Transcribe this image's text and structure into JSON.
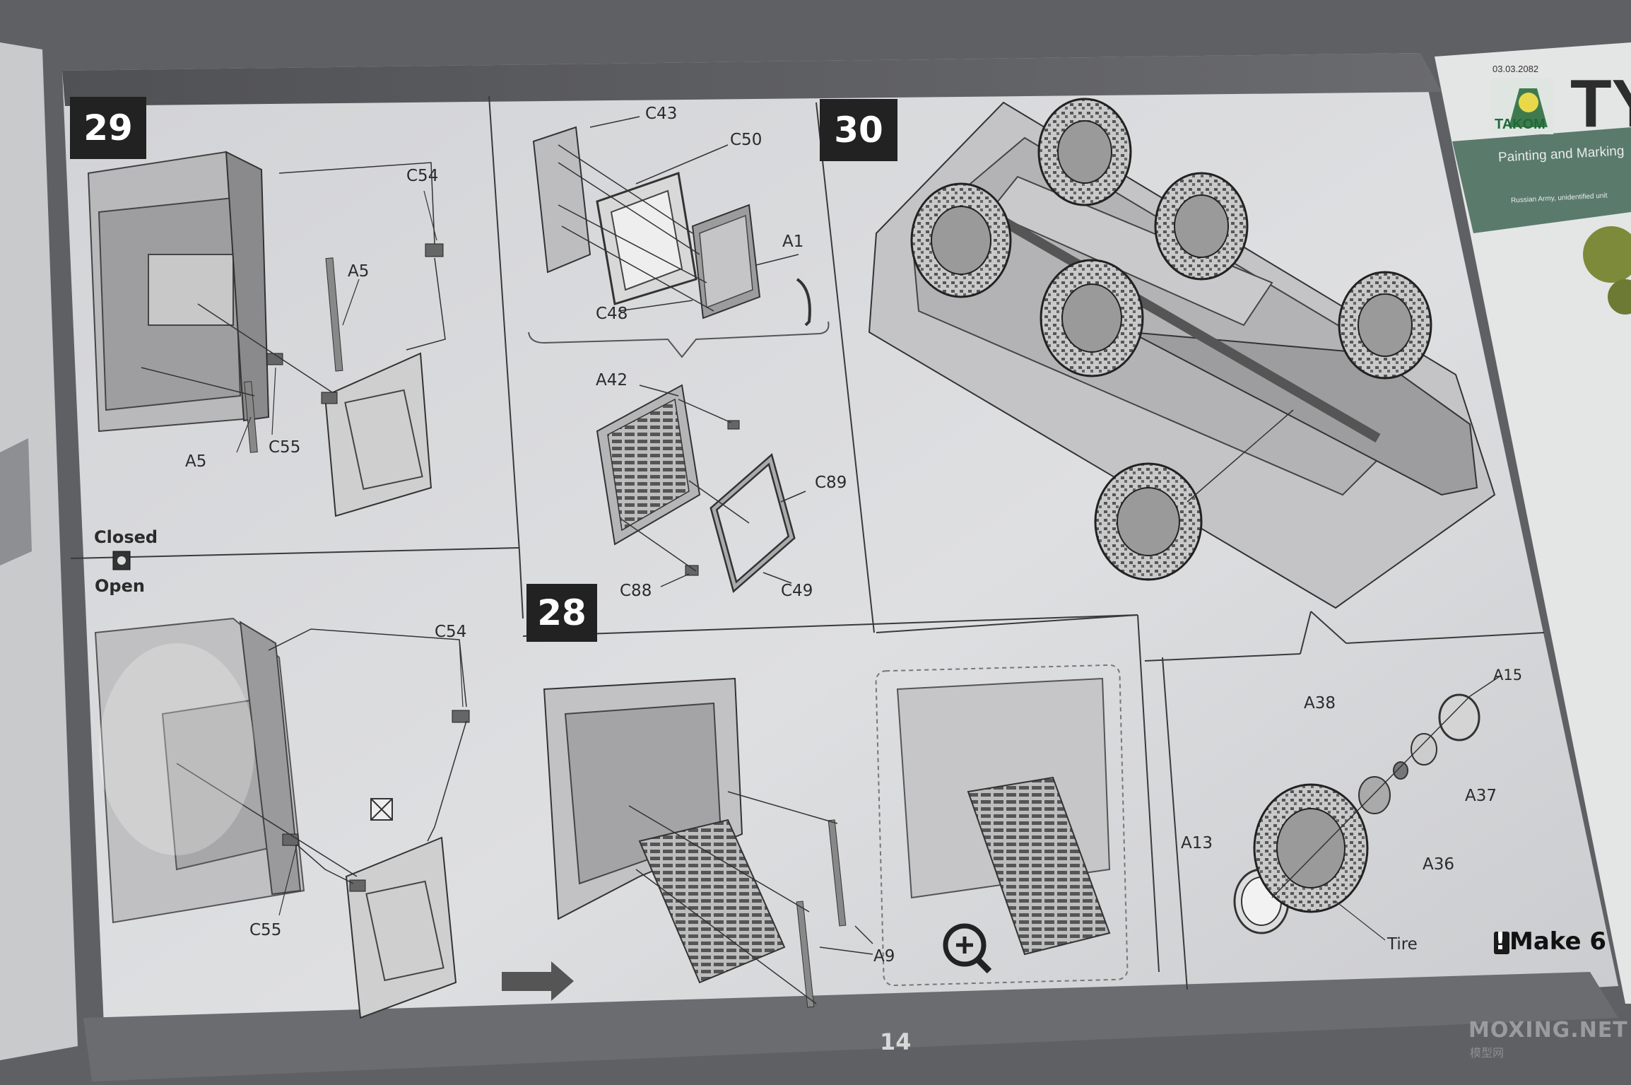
{
  "page": {
    "number": "14"
  },
  "steps": {
    "s29": "29",
    "s30": "30",
    "s28": "28"
  },
  "step29_upper": {
    "labels": [
      "C54",
      "A5",
      "C55",
      "A5"
    ]
  },
  "step29_state": {
    "closed": "Closed",
    "open": "Open"
  },
  "step29_lower": {
    "labels": [
      "C54",
      "C55"
    ]
  },
  "step28_top": {
    "labels": [
      "C43",
      "C50",
      "A1",
      "C48"
    ]
  },
  "step28_mid": {
    "labels": [
      "A42",
      "C89",
      "C88",
      "C49"
    ]
  },
  "step28_bottom": {
    "labels": [
      "A9"
    ]
  },
  "wheel": {
    "labels": [
      "A15",
      "A38",
      "A37",
      "A13",
      "A36",
      "Tire"
    ]
  },
  "brand": {
    "badge": "Make 6",
    "mark": "!"
  },
  "side_page": {
    "date": "03.03.2082",
    "brand": "TAKOM",
    "title_fragment": "TY",
    "subtitle": "Painting and Marking",
    "caption": "Russian Army, unidentified unit"
  },
  "watermark": {
    "main": "MOXING.NET",
    "sub": "模型网"
  },
  "colors": {
    "page": "#d9dadc",
    "header_band": "#5f6064",
    "step_box": "#222222",
    "side_green": "#5a7a6c"
  }
}
